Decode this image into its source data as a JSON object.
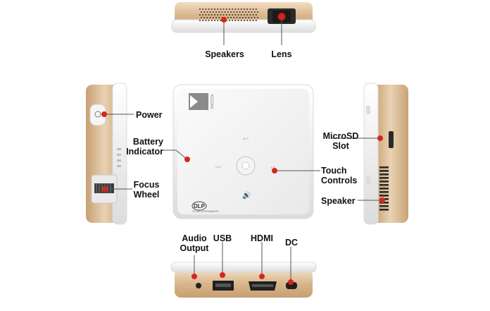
{
  "brand": {
    "logo_text": "KODAK",
    "dlp_text": "DLP",
    "dlp_sub": "TEXAS INSTRUMENTS"
  },
  "labels": {
    "speakers": "Speakers",
    "lens": "Lens",
    "power": "Power",
    "battery_line1": "Battery",
    "battery_line2": "Indicator",
    "focus_line1": "Focus",
    "focus_line2": "Wheel",
    "microsd_line1": "MicroSD",
    "microsd_line2": "Slot",
    "touch_line1": "Touch",
    "touch_line2": "Controls",
    "speaker": "Speaker",
    "audio_line1": "Audio",
    "audio_line2": "Output",
    "usb": "USB",
    "hdmi": "HDMI",
    "dc": "DC"
  },
  "colors": {
    "gold": "#d9b98f",
    "marker": "#d6261d",
    "white_body": "#f4f4f4"
  }
}
